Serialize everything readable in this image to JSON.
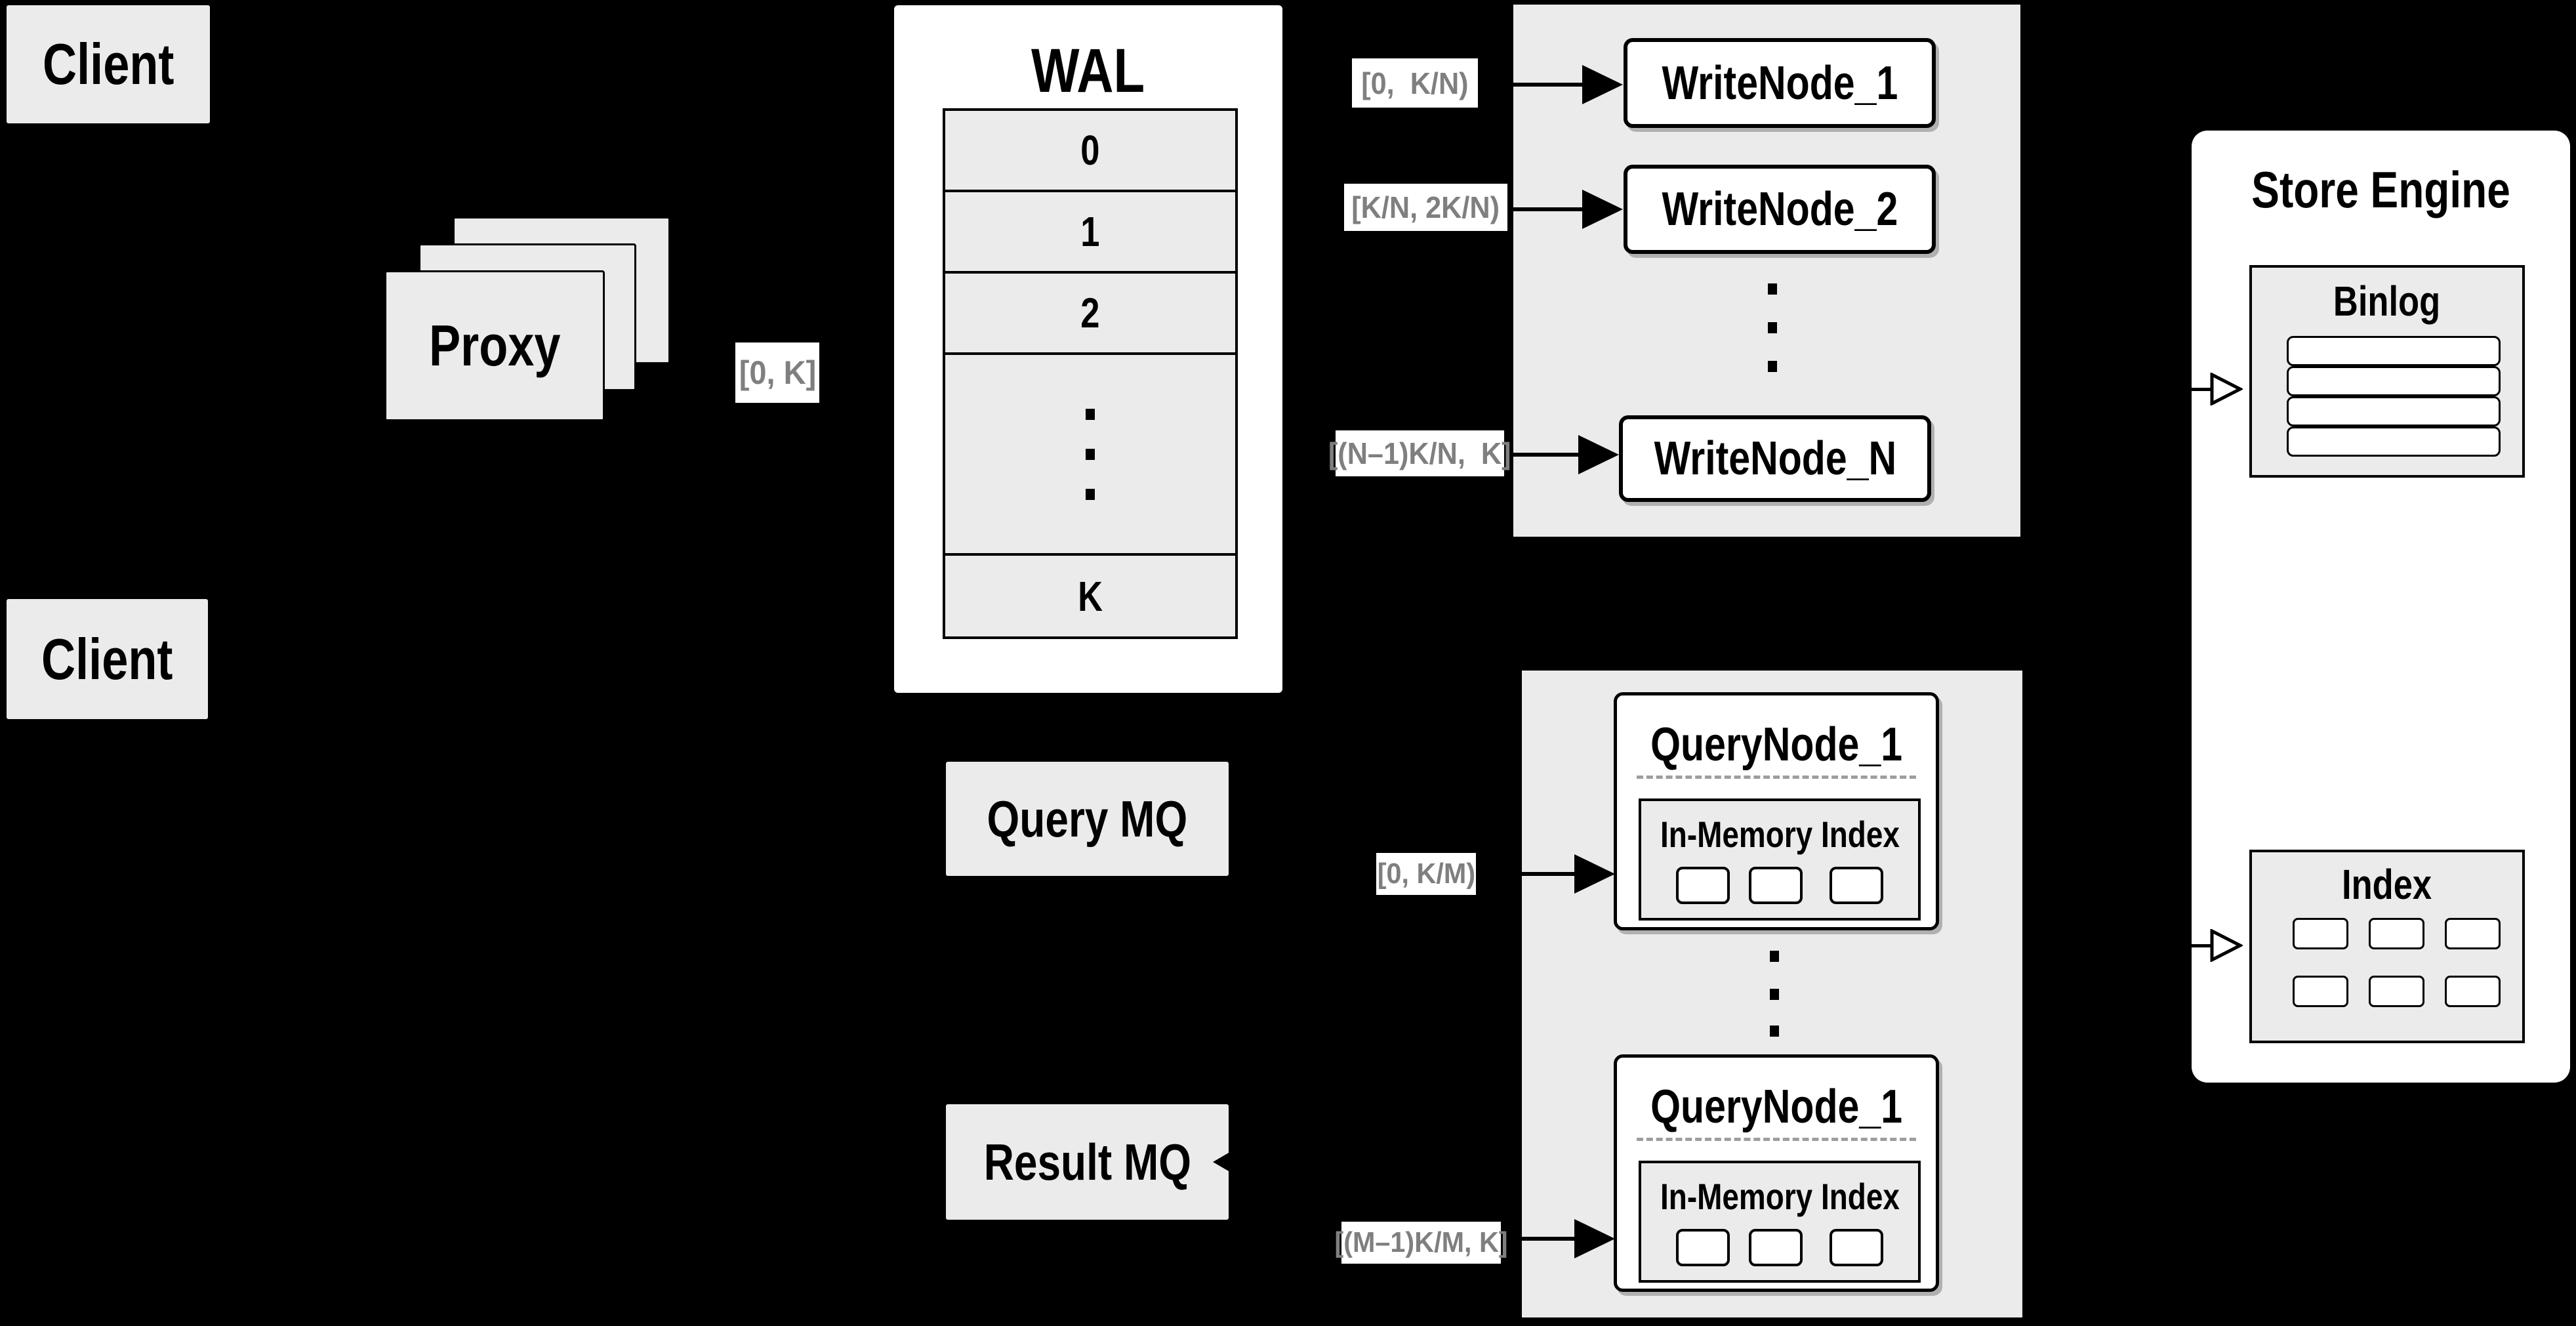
{
  "colors": {
    "background": "#000000",
    "panel_gray": "#ebebeb",
    "box_white": "#ffffff",
    "line_black": "#000000",
    "label_text_gray": "#7f7f7f",
    "dashed_separator_gray": "#9e9e9e"
  },
  "clients": {
    "top_label": "Client",
    "bottom_label": "Client"
  },
  "proxy": {
    "label": "Proxy"
  },
  "wal": {
    "title": "WAL",
    "rows": [
      "0",
      "1",
      "2"
    ],
    "last_row": "K"
  },
  "range_labels": {
    "proxy_to_wal": "[0, K]",
    "wal_to_writenode_1": "[0,  K/N)",
    "wal_to_writenode_2": "[K/N, 2K/N)",
    "wal_to_writenode_n": "[(N–1)K/N,  K]",
    "mq_to_querynode_1": "[0, K/M)",
    "mq_to_querynode_m": "[(M–1)K/M, K]"
  },
  "write_nodes": {
    "items": [
      "WriteNode_1",
      "WriteNode_2",
      "WriteNode_N"
    ]
  },
  "store_engine": {
    "title": "Store Engine",
    "binlog_title": "Binlog",
    "index_title": "Index"
  },
  "query_nodes": {
    "node_1_title": "QueryNode_1",
    "node_2_title": "QueryNode_1",
    "in_memory_label_1": "In-Memory Index",
    "in_memory_label_2": "In-Memory Index"
  },
  "mq": {
    "query_label": "Query MQ",
    "result_label": "Result MQ"
  }
}
